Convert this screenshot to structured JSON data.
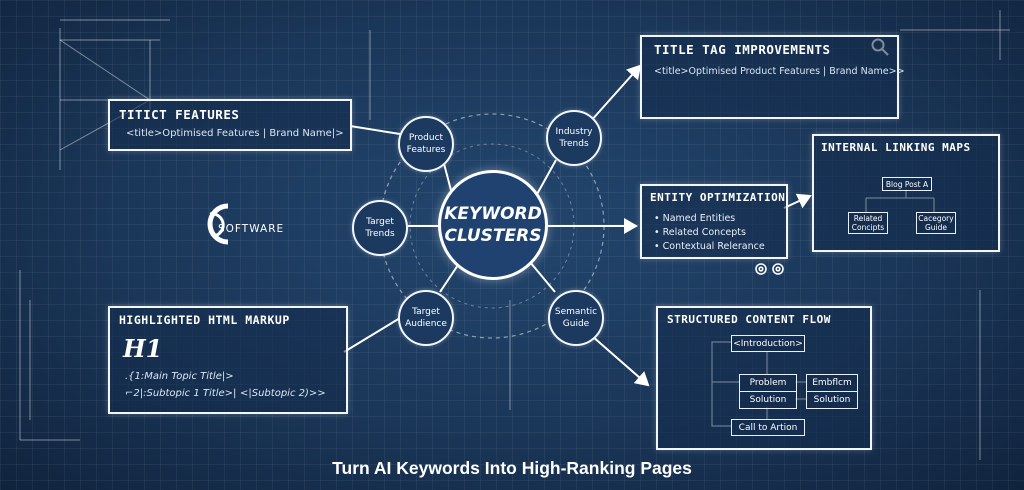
{
  "center": {
    "line1": "KEYWORD",
    "line2": "CLUSTERS"
  },
  "nodes": {
    "product_features": "Product Features",
    "industry_trends": "Industry Trends",
    "target_trends": "Target Trends",
    "target_audience": "Target Audience",
    "semantic_guide": "Semantic Guide"
  },
  "panels": {
    "title_features": {
      "title": "TITICT FEATURES",
      "code": "<title>Optimised Features | Brand Name|>"
    },
    "title_tag": {
      "title": "TITLE TAG IMPROVEMENTS",
      "code": "<title>Optimised Product Features | Brand Name>>"
    },
    "entity": {
      "title": "ENTITY OPTIMIZATION",
      "bullets": [
        "• Named Entities",
        "• Related Concepts",
        "• Contextual Relerance"
      ]
    },
    "internal_linking": {
      "title": "INTERNAL LINKING MAPS",
      "root": "Blog Post A",
      "child_left": "Related Concipts",
      "child_right": "Cacegory Guide"
    },
    "html_markup": {
      "title": "HIGHLIGHTED HTML MARKUP",
      "heading": "H1",
      "line1": ".{1:Main Topic Title|>",
      "line2": "⌐2|:Subtopic 1 Title>|",
      "line2b": "<|Subtopic 2)>>"
    },
    "content_flow": {
      "title": "STRUCTURED CONTENT FLOW",
      "introduction": "<Introduction>",
      "problem": "Problem",
      "solution_left": "Solution",
      "emblem": "Embflcm",
      "solution_right": "Solution",
      "cta": "Call to Artion"
    }
  },
  "logo": {
    "text": "SOFTWARE"
  },
  "footer": {
    "tagline": "Turn AI Keywords Into High-Ranking Pages"
  },
  "icons": {
    "search": "search-icon",
    "gears": "gears-icon",
    "logo": "software-logo-icon"
  }
}
